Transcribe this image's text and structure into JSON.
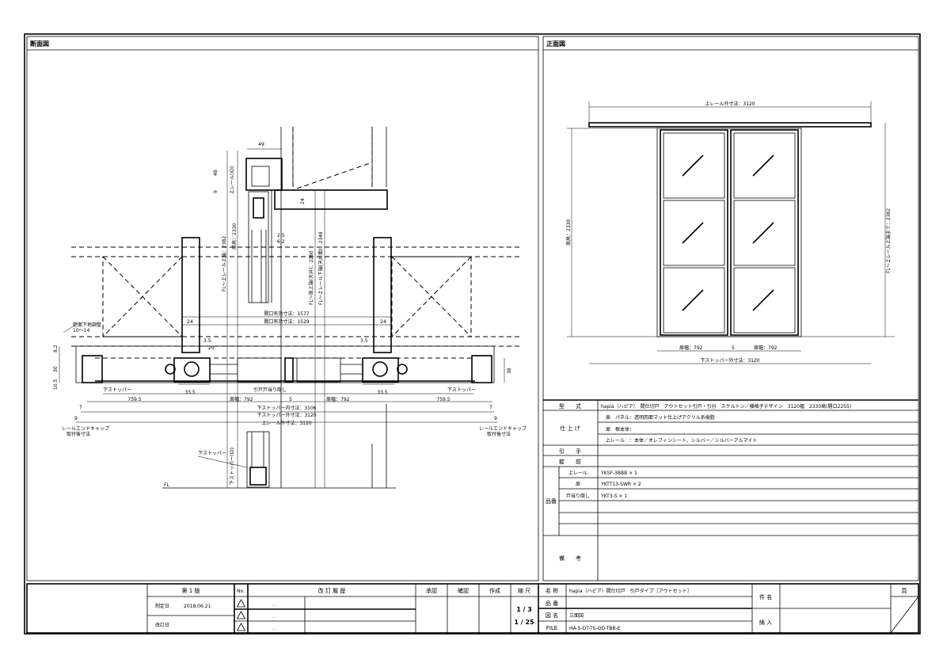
{
  "sections": {
    "left_title": "断面図",
    "right_title": "正面図"
  },
  "section_view": {
    "dims": {
      "w49": "49",
      "h48": "48",
      "h9": "9",
      "upper_rail_id": "上レール(ID)",
      "fl_rail_top": "FL～上レール上端：2382",
      "door_height": "扉高：2330",
      "fl_door_top": "FL～扉上端(天井)：2260",
      "fl_rail_bottom": "FL～上レール下端(天井面)：2348",
      "h24": "24",
      "d25": "2.5",
      "d62": "6.2",
      "opening1": "開口有効寸法：1577",
      "opening2": "開口有効寸法：1529",
      "w24a": "24",
      "w24b": "24",
      "d35a": "3.5",
      "d35b": "3.5",
      "d20": "20",
      "wall_adjust": "壁面下地調整",
      "wall_range": "10～14",
      "h82": "8.2",
      "h30": "30",
      "h105": "10.5",
      "h38": "38",
      "stopper_l": "下ストッパー",
      "stopper_r": "下ストッパー",
      "door_stop_cover": "引戸戸当り隠し",
      "d335a": "33.5",
      "d335b": "33.5",
      "d7595a": "759.5",
      "d7595b": "759.5",
      "door_w1": "扉幅：792",
      "door_w2": "扉幅：792",
      "gap": "5",
      "d7a": "7",
      "d7b": "7",
      "d9a": "9",
      "d9b": "9",
      "stopper_inner": "下ストッパー内寸法：3106",
      "stopper_outer": "下ストッパー外寸法：3120",
      "rail_outer": "上レール外寸法：3120",
      "endcap_l1": "レールエンドキャップ",
      "endcap_l2": "取付後寸法",
      "endcap_r1": "レールエンドキャップ",
      "endcap_r2": "取付後寸法",
      "stopper_bottom": "下ストッパー",
      "stopper_id": "下ストッパー(ID)",
      "fl": "FL"
    }
  },
  "front_view": {
    "rail_outer": "上レール外寸法：3120",
    "door_height": "扉高：2330",
    "fl_rail_top": "FL～上レール上端まで：2382",
    "door_w1": "扉幅：792",
    "gap": "5",
    "door_w2": "扉幅：792",
    "stopper_outer": "下ストッパー外寸法：3120"
  },
  "spec": {
    "model_label": "型　　式",
    "model_value": "hapia（ハピア）　間仕切戸　アウトセット引戸・引分　スケルトン／横格子デザイン　3120幅　2330高(開口2255)",
    "finish_label": "仕 上 げ",
    "finish_rows": [
      "扉　パネル：透明両面マット仕上げアクリル系樹脂",
      "扉　框本体：",
      "上レール　：本体／オレフィンシート、シルバー／シルバーアルマイト"
    ],
    "handle_label": "引　　手",
    "lock_label": "錠　　前",
    "parts_label": "品番",
    "parts": [
      {
        "name": "上レール",
        "value": "YKSF-3BBB × 1"
      },
      {
        "name": "扉",
        "value": "YKTT13-SWR × 2"
      },
      {
        "name": "戸当り隠し",
        "value": "YKT3-S × 1"
      }
    ],
    "remarks_label": "備　　考"
  },
  "title_block": {
    "edition": "第 1 版",
    "established_label": "制定日",
    "established_date": "2018.06.21",
    "revised_label": "改訂日",
    "no_label": "No.",
    "history_label": "改 訂 履 歴",
    "rev_dates": [
      ". .",
      ". .",
      ". ."
    ],
    "approve_label": "承認",
    "check_label": "確認",
    "create_label": "作成",
    "scale_label": "縮 尺",
    "scales": [
      "1 / 3",
      "1 / 25"
    ],
    "name_label": "名 称",
    "name_value": "hapia（ハピア）間仕切戸　引戸タイプ［アウトセット］",
    "part_label": "品 番",
    "part_value": "",
    "drawing_label": "図 名",
    "drawing_value": "三面図",
    "file_label": "FILE",
    "file_value": "HA-S-DT-TS-OD-TBB-E",
    "subject_label": "件 名",
    "delivery_label": "納 入",
    "page_label": "頁"
  }
}
